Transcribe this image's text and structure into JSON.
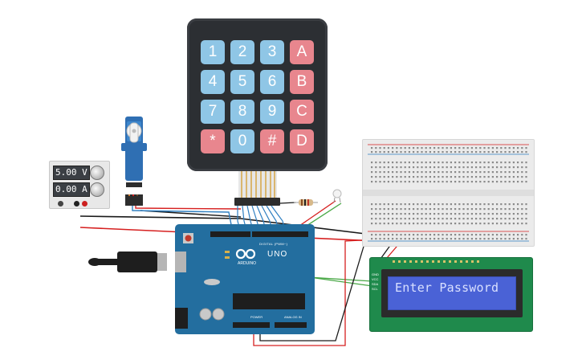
{
  "keypad": {
    "keys": [
      {
        "label": "1",
        "type": "num"
      },
      {
        "label": "2",
        "type": "num"
      },
      {
        "label": "3",
        "type": "num"
      },
      {
        "label": "A",
        "type": "letter"
      },
      {
        "label": "4",
        "type": "num"
      },
      {
        "label": "5",
        "type": "num"
      },
      {
        "label": "6",
        "type": "num"
      },
      {
        "label": "B",
        "type": "letter"
      },
      {
        "label": "7",
        "type": "num"
      },
      {
        "label": "8",
        "type": "num"
      },
      {
        "label": "9",
        "type": "num"
      },
      {
        "label": "C",
        "type": "letter"
      },
      {
        "label": "*",
        "type": "letter"
      },
      {
        "label": "0",
        "type": "num"
      },
      {
        "label": "#",
        "type": "letter"
      },
      {
        "label": "D",
        "type": "letter"
      }
    ]
  },
  "power_supply": {
    "voltage": "5.00 V",
    "current": "0.00 A"
  },
  "arduino": {
    "model": "UNO",
    "brand": "ARDUINO",
    "digital_label": "DIGITAL (PWM~)",
    "power_label": "POWER",
    "analog_label": "ANALOG IN"
  },
  "lcd": {
    "text": "Enter Password",
    "pin_labels": [
      "GND",
      "VCC",
      "SDA",
      "SCL"
    ]
  },
  "colors": {
    "key_number": "#8fc6e6",
    "key_letter": "#e8868e",
    "keypad_body": "#2c2f33",
    "arduino_board": "#236e9f",
    "lcd_board": "#1f8a4c",
    "lcd_backlight": "#4a62d6",
    "wire_red": "#d62020",
    "wire_black": "#1a1a1a",
    "wire_green": "#49a846",
    "wire_blue": "#2f7fc1"
  }
}
